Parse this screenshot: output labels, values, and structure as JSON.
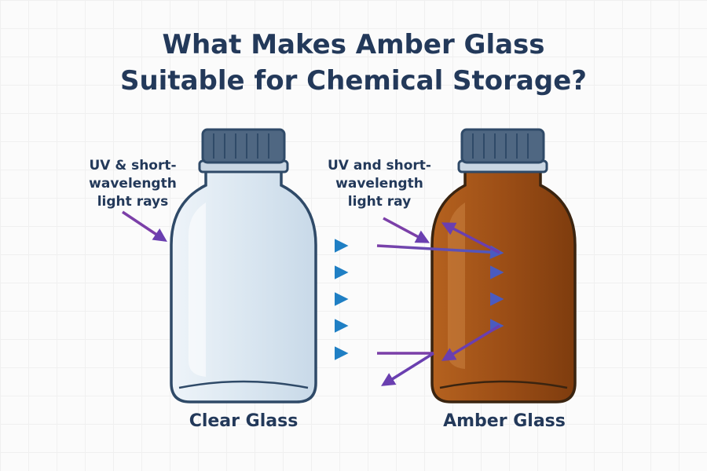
{
  "title": {
    "line1": "What Makes Amber Glass",
    "line2": "Suitable for Chemical Storage?"
  },
  "clear_side": {
    "ray_label": [
      "UV & short-",
      "wavelength",
      "light rays"
    ],
    "caption": "Clear Glass"
  },
  "amber_side": {
    "ray_label": [
      "UV and short-",
      "wavelength",
      "light ray"
    ],
    "caption": "Amber Glass"
  },
  "colors": {
    "title_text": "#23395a",
    "cap": "#3f5872",
    "clear_glass": "#dfeaf3",
    "amber_glass": "#9c4e16",
    "ray_start": "#7b3fa8",
    "ray_end": "#1f7fc4"
  }
}
